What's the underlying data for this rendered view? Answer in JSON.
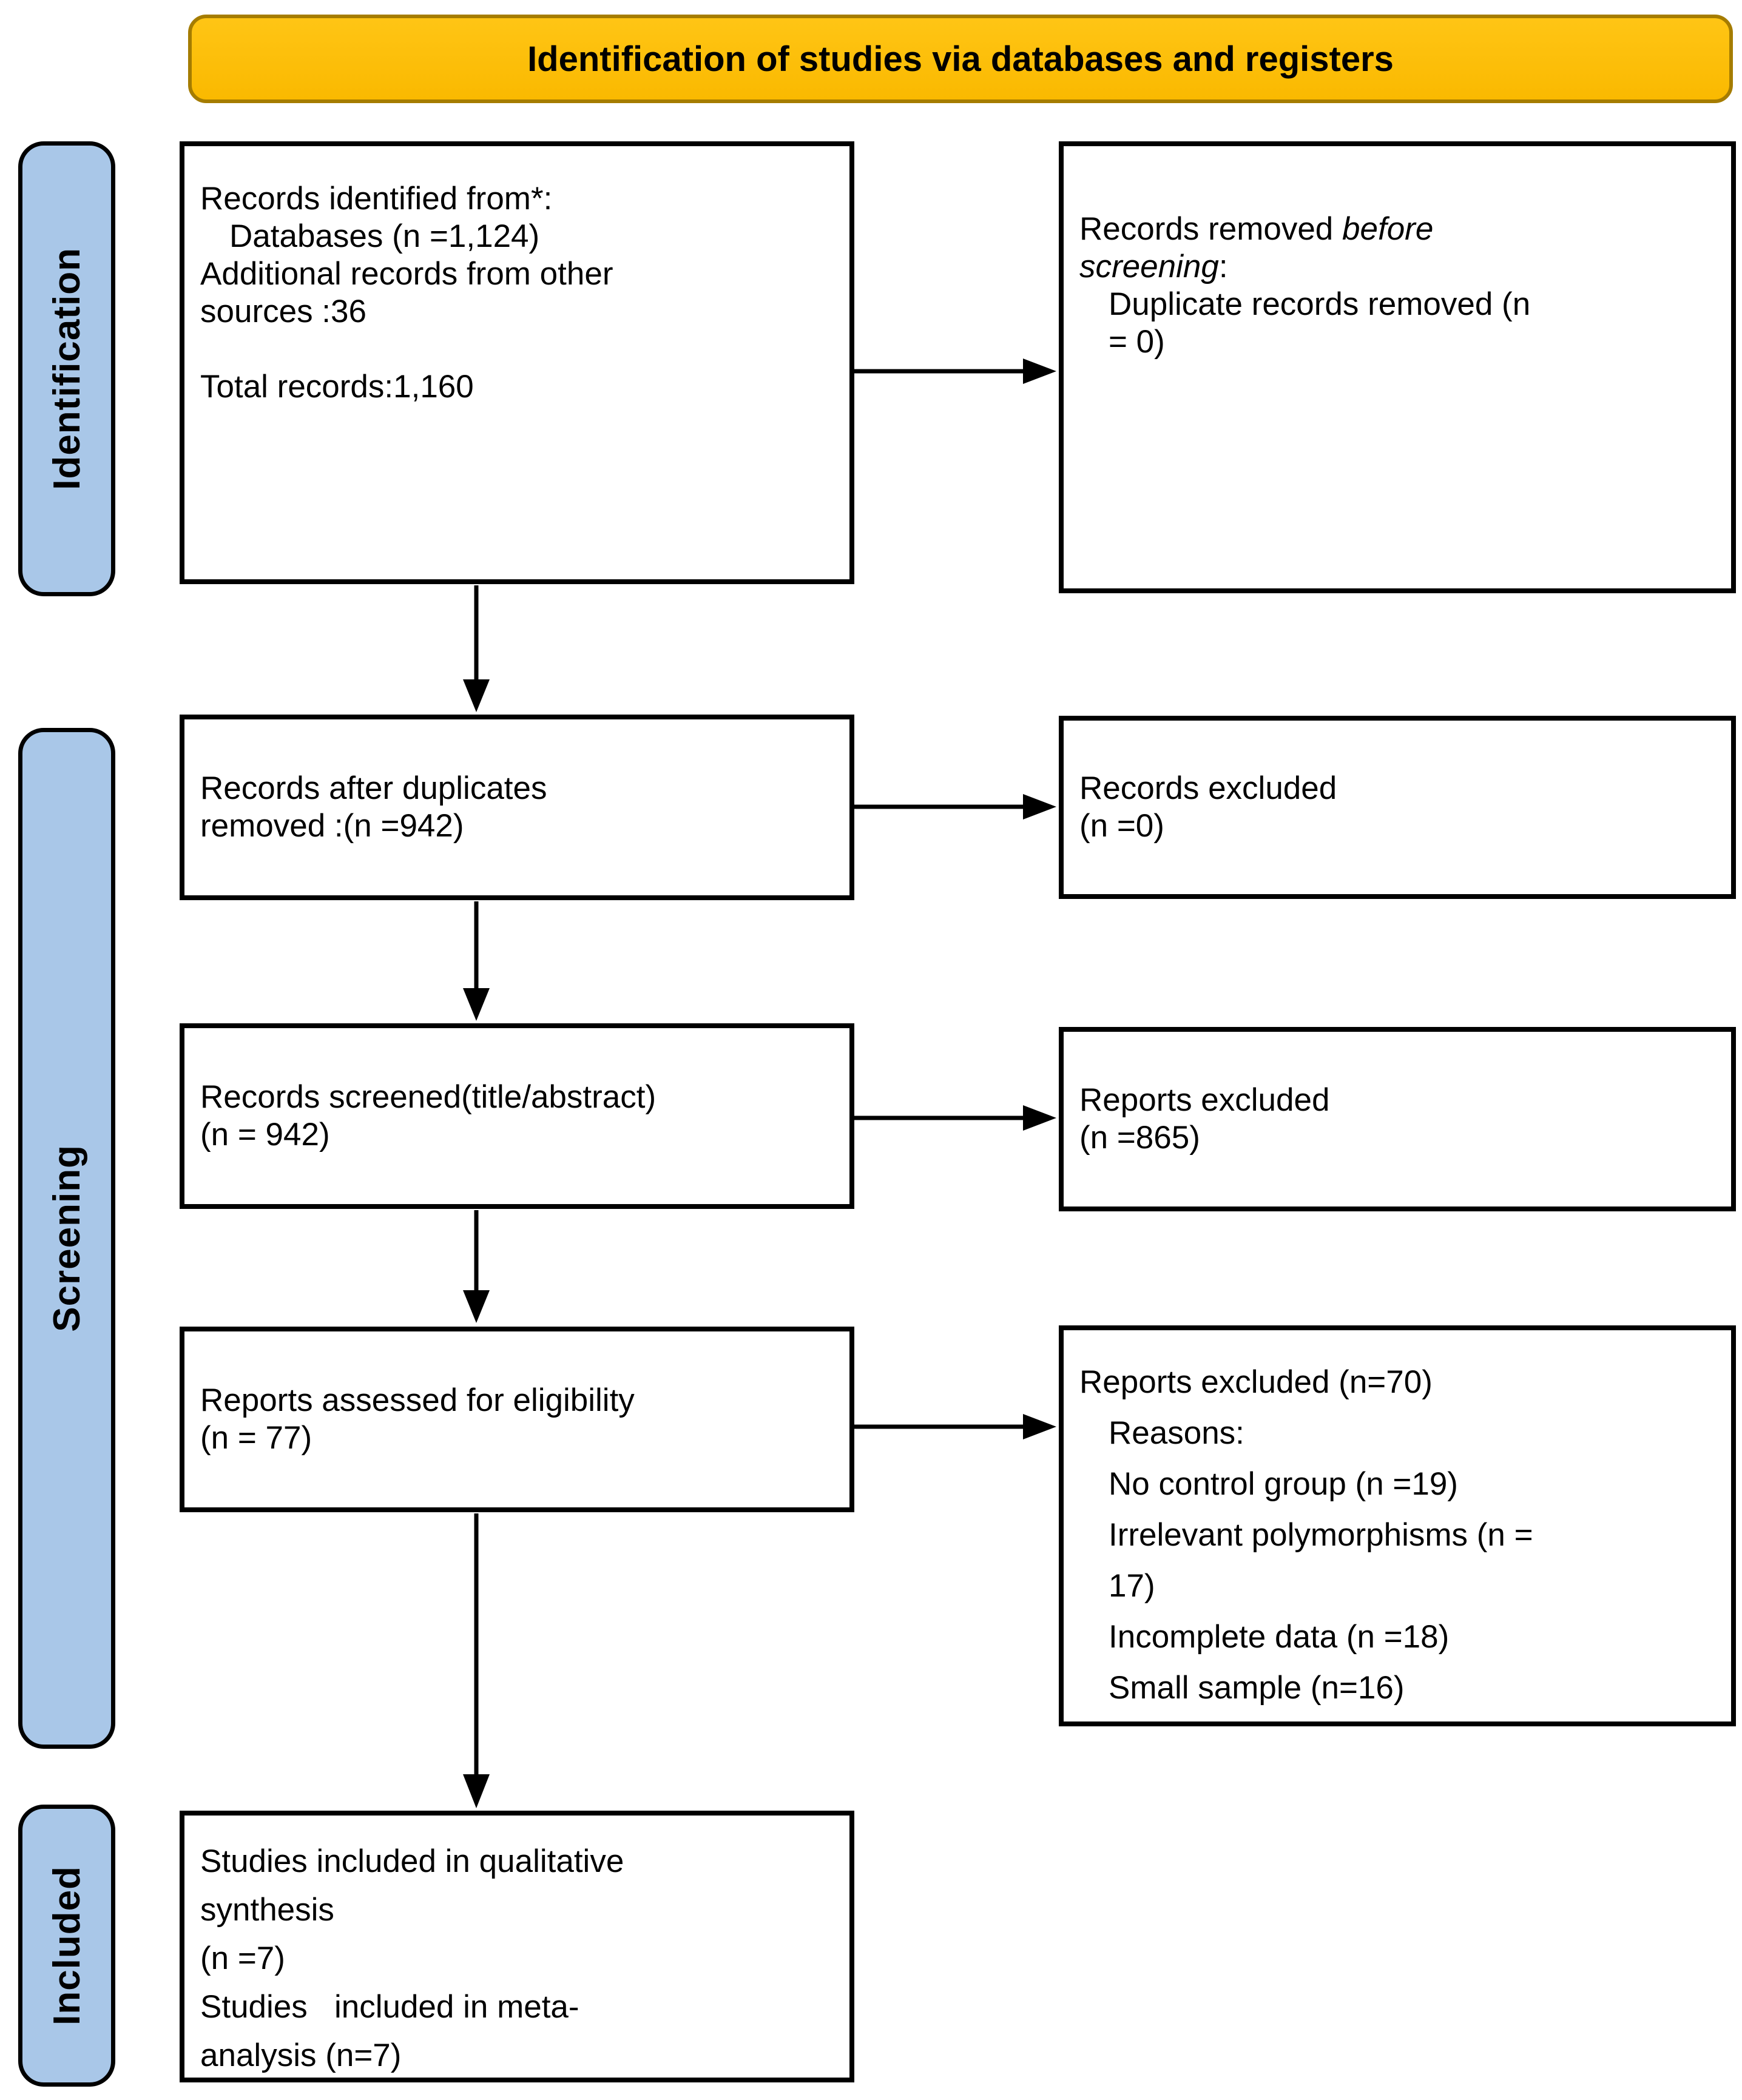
{
  "banner": {
    "label": "Identification of studies via databases and registers"
  },
  "colors": {
    "banner_fill": "#FFC000",
    "banner_border": "#A57C00",
    "stage_fill": "#A9C7E8",
    "box_border": "#000000",
    "arrow_color": "#000000",
    "text_color": "#000000"
  },
  "sidebar": {
    "stages": [
      {
        "id": "identification",
        "label": "Identification"
      },
      {
        "id": "screening",
        "label": "Screening"
      },
      {
        "id": "included",
        "label": "Included"
      }
    ]
  },
  "flow": {
    "left": [
      {
        "id": "records-identified",
        "lines": [
          {
            "segments": [
              {
                "text": "Records identified from*:"
              }
            ]
          },
          {
            "indent": true,
            "segments": [
              {
                "text": "Databases (n =1,124)"
              }
            ]
          },
          {
            "segments": [
              {
                "text": "Additional records from other"
              }
            ]
          },
          {
            "segments": [
              {
                "text": "sources :36"
              }
            ]
          },
          {
            "segments": []
          },
          {
            "segments": [
              {
                "text": "Total records:1,160"
              }
            ]
          }
        ]
      },
      {
        "id": "records-after-duplicates",
        "lines": [
          {
            "segments": [
              {
                "text": "Records after duplicates"
              }
            ]
          },
          {
            "segments": [
              {
                "text": "removed :(n =942)"
              }
            ]
          }
        ]
      },
      {
        "id": "records-screened",
        "lines": [
          {
            "segments": [
              {
                "text": "Records screened(title/abstract)"
              }
            ]
          },
          {
            "segments": [
              {
                "text": "(n = 942)"
              }
            ]
          }
        ]
      },
      {
        "id": "reports-assessed",
        "lines": [
          {
            "segments": [
              {
                "text": "Reports assessed for eligibility"
              }
            ]
          },
          {
            "segments": [
              {
                "text": "(n = 77)"
              }
            ]
          }
        ]
      },
      {
        "id": "studies-included",
        "lines": [
          {
            "segments": [
              {
                "text": "Studies included in qualitative"
              }
            ]
          },
          {
            "segments": [
              {
                "text": "synthesis"
              }
            ]
          },
          {
            "segments": [
              {
                "text": "(n =7)"
              }
            ]
          },
          {
            "segments": [
              {
                "text": "Studies   included in meta-"
              }
            ]
          },
          {
            "segments": [
              {
                "text": "analysis (n=7)"
              }
            ]
          }
        ]
      }
    ],
    "right": [
      {
        "id": "records-removed-before-screening",
        "lines": [
          {
            "segments": [
              {
                "text": "Records removed "
              },
              {
                "text": "before",
                "italic": true
              }
            ]
          },
          {
            "segments": [
              {
                "text": "screening",
                "italic": true
              },
              {
                "text": ":"
              }
            ]
          },
          {
            "indent": true,
            "segments": [
              {
                "text": "Duplicate records removed (n"
              }
            ]
          },
          {
            "indent": true,
            "segments": [
              {
                "text": "= 0)"
              }
            ]
          }
        ]
      },
      {
        "id": "records-excluded",
        "lines": [
          {
            "segments": [
              {
                "text": "Records excluded"
              }
            ]
          },
          {
            "segments": [
              {
                "text": "(n =0)"
              }
            ]
          }
        ]
      },
      {
        "id": "reports-excluded",
        "lines": [
          {
            "segments": [
              {
                "text": "Reports excluded"
              }
            ]
          },
          {
            "segments": [
              {
                "text": "(n =865)"
              }
            ]
          }
        ]
      },
      {
        "id": "reports-excluded-reasons",
        "lines": [
          {
            "segments": [
              {
                "text": "Reports excluded (n=70)"
              }
            ]
          },
          {
            "indent": true,
            "segments": [
              {
                "text": "Reasons:"
              }
            ]
          },
          {
            "indent": true,
            "segments": [
              {
                "text": "No control group (n =19)"
              }
            ]
          },
          {
            "indent": true,
            "segments": [
              {
                "text": "Irrelevant polymorphisms (n ="
              }
            ]
          },
          {
            "indent": true,
            "segments": [
              {
                "text": "17)"
              }
            ]
          },
          {
            "indent": true,
            "segments": [
              {
                "text": "Incomplete data (n =18)"
              }
            ]
          },
          {
            "indent": true,
            "segments": [
              {
                "text": "Small sample (n=16)"
              }
            ]
          }
        ]
      }
    ]
  }
}
